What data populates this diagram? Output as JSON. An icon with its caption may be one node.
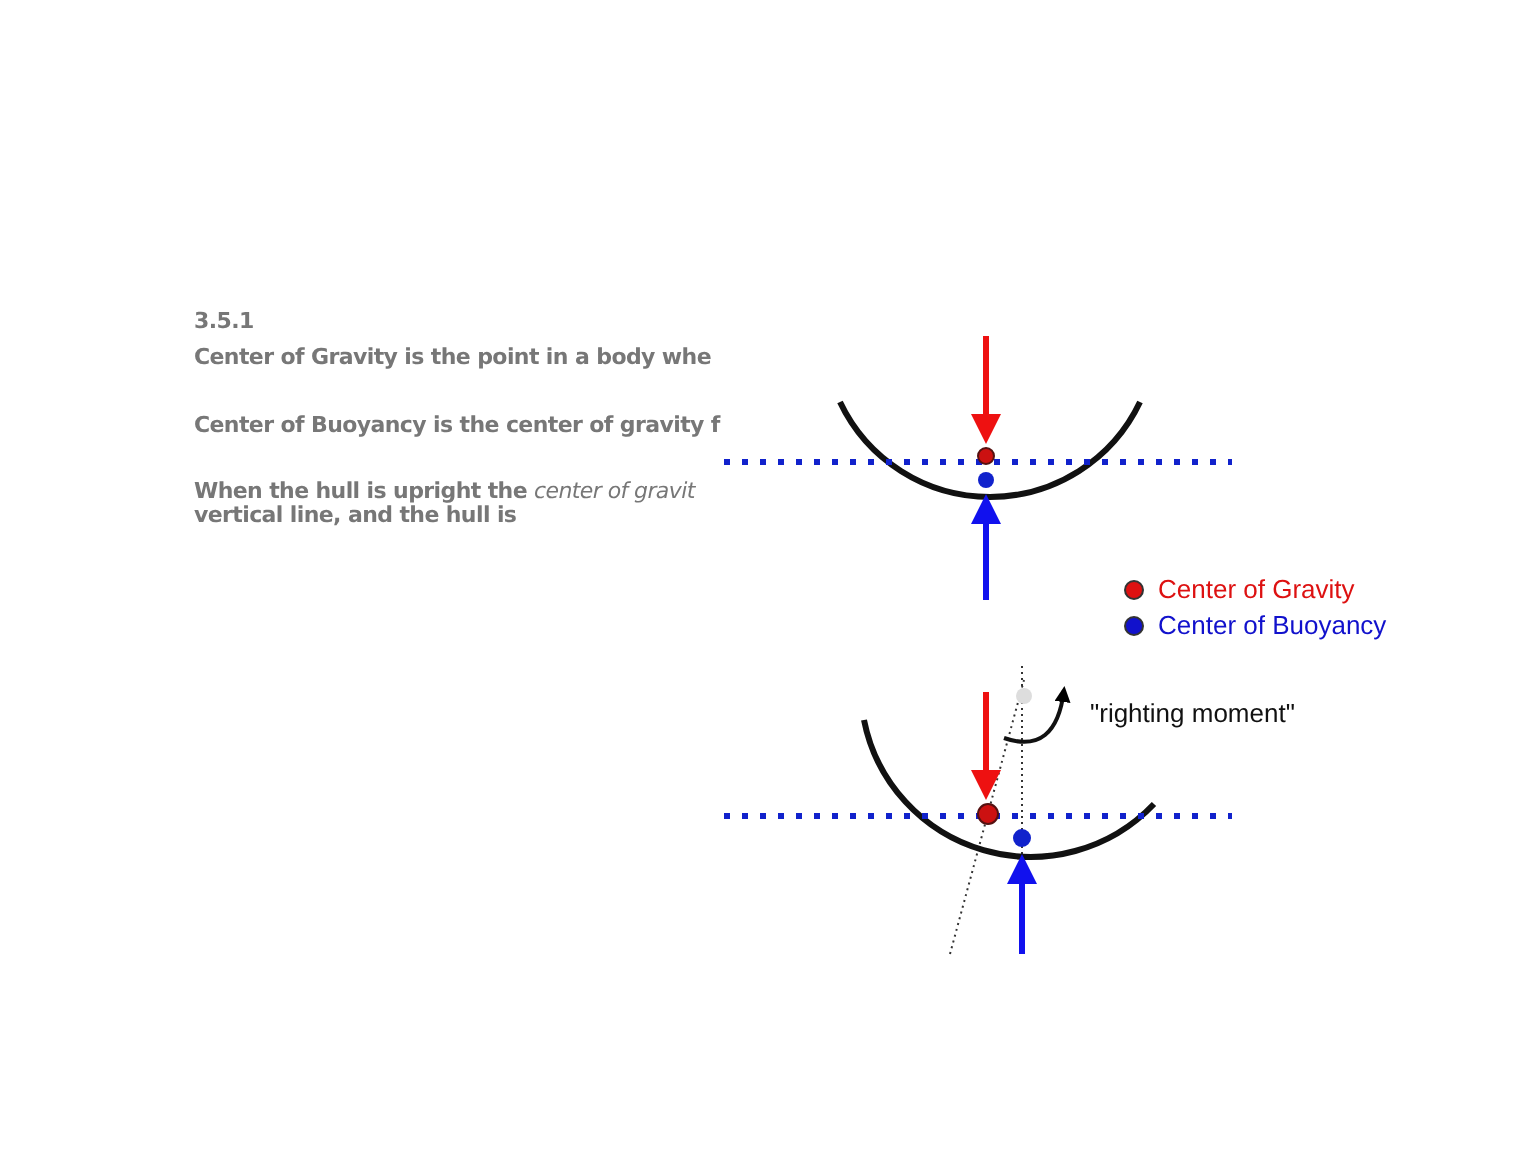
{
  "diagram": {
    "labels": [
      "3.5.1",
      "Center of Gravity is the point in a body whe",
      "Center of Buoyancy is the center of gravity f",
      "When the hull is upright the *center of gravit* vertical line, and the hull is",
      "\"righting moment\""
    ],
    "legend": [
      {
        "text": "Center of Gravity",
        "color": "#dd1111"
      },
      {
        "text": "Center of Buoyancy",
        "color": "#1111cc"
      }
    ]
  }
}
